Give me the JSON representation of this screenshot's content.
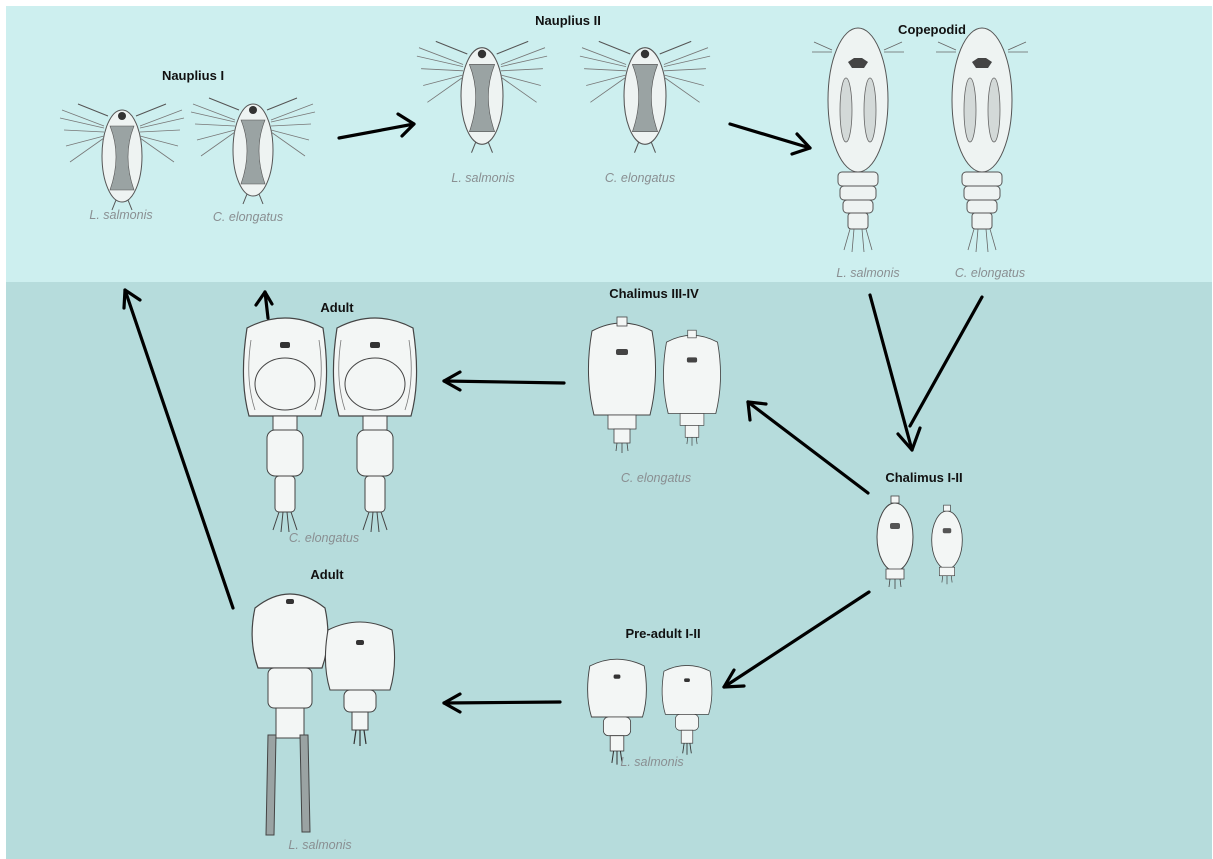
{
  "stages": {
    "nauplius1": {
      "title": "Nauplius I",
      "species": [
        "L. salmonis",
        "C. elongatus"
      ]
    },
    "nauplius2": {
      "title": "Nauplius II",
      "species": [
        "L. salmonis",
        "C. elongatus"
      ]
    },
    "copepodid": {
      "title": "Copepodid",
      "species": [
        "L. salmonis",
        "C. elongatus"
      ]
    },
    "chalimus12": {
      "title": "Chalimus I-II"
    },
    "chalimus34": {
      "title": "Chalimus III-IV",
      "species": [
        "C. elongatus"
      ]
    },
    "adult_ce": {
      "title": "Adult",
      "species": [
        "C. elongatus"
      ]
    },
    "preadult": {
      "title": "Pre-adult I-II",
      "species": [
        "L. salmonis"
      ]
    },
    "adult_ls": {
      "title": "Adult",
      "species": [
        "L. salmonis"
      ]
    }
  },
  "colors": {
    "top_band": "#cdefef",
    "bottom_band": "#b6dcdc",
    "arrow": "#000000",
    "drawing_line": "#555555",
    "species_label": "#8a8f92"
  }
}
